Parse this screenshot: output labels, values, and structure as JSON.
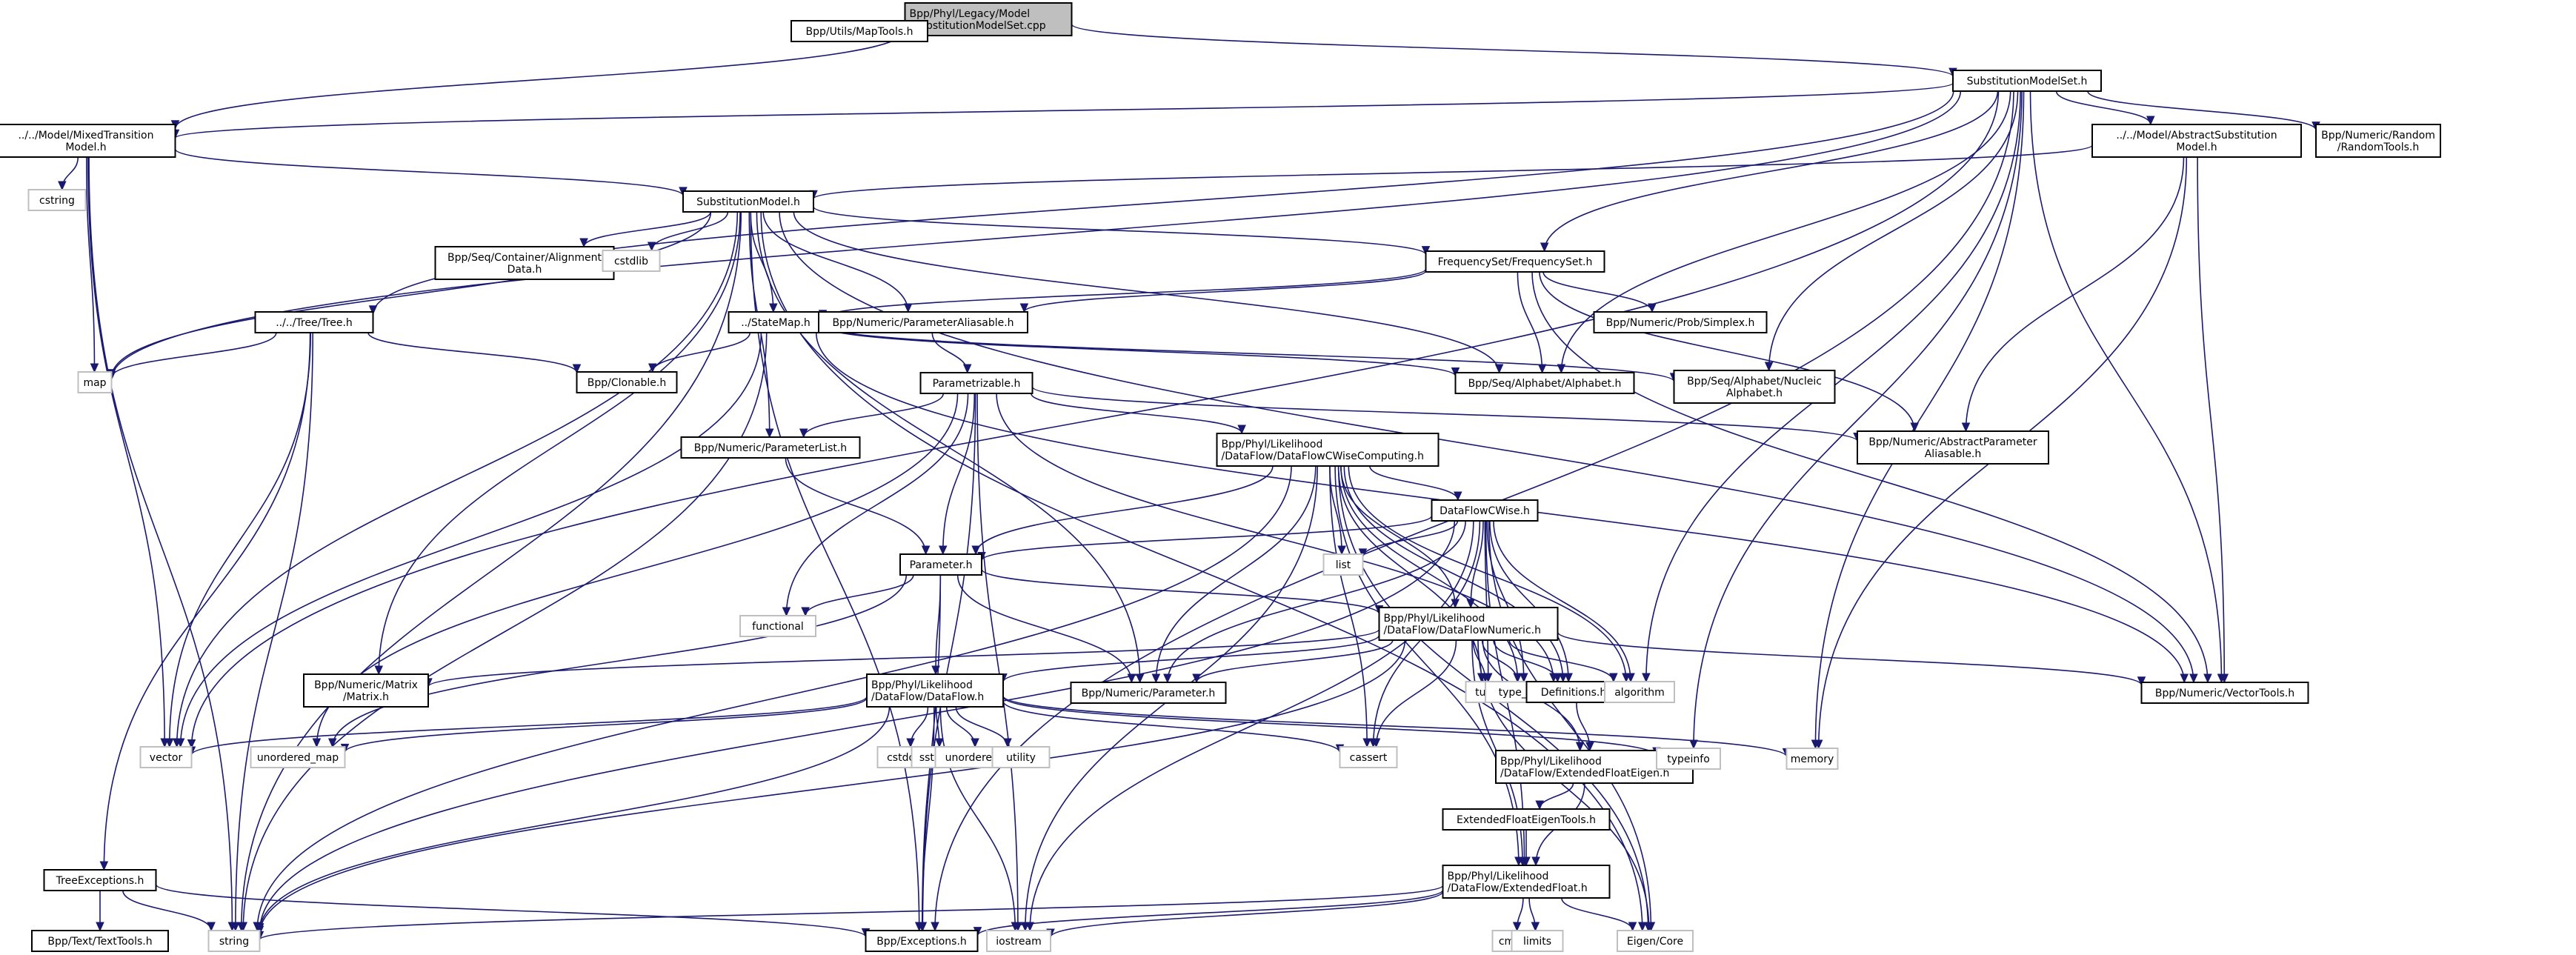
{
  "title": "Bpp/Phyl/Legacy/Model/SubstitutionModelSet.cpp include dependency graph",
  "colors": {
    "edge": "#191970",
    "root_fill": "#bfbfbf",
    "documented_border": "#000000",
    "undocumented_border": "#bfbfbf",
    "node_fill": "#ffffff"
  },
  "nodes": [
    {
      "id": "root",
      "label": "Bpp/Phyl/Legacy/Model\n/SubstitutionModelSet.cpp",
      "kind": "root"
    },
    {
      "id": "maptools",
      "label": "Bpp/Utils/MapTools.h",
      "kind": "doc"
    },
    {
      "id": "sms",
      "label": "SubstitutionModelSet.h",
      "kind": "doc"
    },
    {
      "id": "mixed",
      "label": "../../Model/MixedTransition\nModel.h",
      "kind": "doc"
    },
    {
      "id": "abstractsm",
      "label": "../../Model/AbstractSubstitution\nModel.h",
      "kind": "doc"
    },
    {
      "id": "randomtools",
      "label": "Bpp/Numeric/Random\n/RandomTools.h",
      "kind": "doc"
    },
    {
      "id": "cstring",
      "label": "cstring",
      "kind": "sys"
    },
    {
      "id": "submodel",
      "label": "SubstitutionModel.h",
      "kind": "doc"
    },
    {
      "id": "alignment",
      "label": "Bpp/Seq/Container/Alignment\nData.h",
      "kind": "doc"
    },
    {
      "id": "cstdlib",
      "label": "cstdlib",
      "kind": "sys"
    },
    {
      "id": "freqset",
      "label": "FrequencySet/FrequencySet.h",
      "kind": "doc"
    },
    {
      "id": "tree",
      "label": "../../Tree/Tree.h",
      "kind": "doc"
    },
    {
      "id": "statemap",
      "label": "../StateMap.h",
      "kind": "doc"
    },
    {
      "id": "paramalias",
      "label": "Bpp/Numeric/ParameterAliasable.h",
      "kind": "doc"
    },
    {
      "id": "simplex",
      "label": "Bpp/Numeric/Prob/Simplex.h",
      "kind": "doc"
    },
    {
      "id": "map",
      "label": "map",
      "kind": "sys"
    },
    {
      "id": "clonable",
      "label": "Bpp/Clonable.h",
      "kind": "doc"
    },
    {
      "id": "alphabet",
      "label": "Bpp/Seq/Alphabet/Alphabet.h",
      "kind": "doc"
    },
    {
      "id": "nucleic",
      "label": "Bpp/Seq/Alphabet/Nucleic\nAlphabet.h",
      "kind": "doc"
    },
    {
      "id": "parametrizable",
      "label": "Parametrizable.h",
      "kind": "doc"
    },
    {
      "id": "abstractparam",
      "label": "Bpp/Numeric/AbstractParameter\nAliasable.h",
      "kind": "doc"
    },
    {
      "id": "paramlist",
      "label": "Bpp/Numeric/ParameterList.h",
      "kind": "doc"
    },
    {
      "id": "dfcwc",
      "label": "Bpp/Phyl/Likelihood\n/DataFlow/DataFlowCWiseComputing.h",
      "kind": "doc"
    },
    {
      "id": "dfcwise",
      "label": "DataFlowCWise.h",
      "kind": "doc"
    },
    {
      "id": "list",
      "label": "list",
      "kind": "sys"
    },
    {
      "id": "parameter",
      "label": "Parameter.h",
      "kind": "doc"
    },
    {
      "id": "functional",
      "label": "functional",
      "kind": "sys"
    },
    {
      "id": "dfnumeric",
      "label": "Bpp/Phyl/Likelihood\n/DataFlow/DataFlowNumeric.h",
      "kind": "doc"
    },
    {
      "id": "matrix",
      "label": "Bpp/Numeric/Matrix\n/Matrix.h",
      "kind": "doc"
    },
    {
      "id": "dataflow",
      "label": "Bpp/Phyl/Likelihood\n/DataFlow/DataFlow.h",
      "kind": "doc"
    },
    {
      "id": "numparam",
      "label": "Bpp/Numeric/Parameter.h",
      "kind": "doc"
    },
    {
      "id": "tuple",
      "label": "tuple",
      "kind": "sys"
    },
    {
      "id": "typetraits",
      "label": "type_traits",
      "kind": "sys"
    },
    {
      "id": "definitions",
      "label": "Definitions.h",
      "kind": "doc"
    },
    {
      "id": "algorithm",
      "label": "algorithm",
      "kind": "sys"
    },
    {
      "id": "vectortools",
      "label": "Bpp/Numeric/VectorTools.h",
      "kind": "doc"
    },
    {
      "id": "vector",
      "label": "vector",
      "kind": "sys"
    },
    {
      "id": "unordered_map",
      "label": "unordered_map",
      "kind": "sys"
    },
    {
      "id": "cstddef",
      "label": "cstddef",
      "kind": "sys"
    },
    {
      "id": "sstream",
      "label": "sstream",
      "kind": "sys"
    },
    {
      "id": "unordered_set",
      "label": "unordered_set",
      "kind": "sys"
    },
    {
      "id": "utility",
      "label": "utility",
      "kind": "sys"
    },
    {
      "id": "cassert",
      "label": "cassert",
      "kind": "sys"
    },
    {
      "id": "efeigen",
      "label": "Bpp/Phyl/Likelihood\n/DataFlow/ExtendedFloatEigen.h",
      "kind": "doc"
    },
    {
      "id": "typeinfo",
      "label": "typeinfo",
      "kind": "sys"
    },
    {
      "id": "memory",
      "label": "memory",
      "kind": "sys"
    },
    {
      "id": "efeigentools",
      "label": "ExtendedFloatEigenTools.h",
      "kind": "doc"
    },
    {
      "id": "treeexc",
      "label": "TreeExceptions.h",
      "kind": "doc"
    },
    {
      "id": "extfloat",
      "label": "Bpp/Phyl/Likelihood\n/DataFlow/ExtendedFloat.h",
      "kind": "doc"
    },
    {
      "id": "texttools",
      "label": "Bpp/Text/TextTools.h",
      "kind": "doc"
    },
    {
      "id": "string",
      "label": "string",
      "kind": "sys"
    },
    {
      "id": "exceptions",
      "label": "Bpp/Exceptions.h",
      "kind": "doc"
    },
    {
      "id": "iostream",
      "label": "iostream",
      "kind": "sys"
    },
    {
      "id": "cmath",
      "label": "cmath",
      "kind": "sys"
    },
    {
      "id": "limits",
      "label": "limits",
      "kind": "sys"
    },
    {
      "id": "eigencore",
      "label": "Eigen/Core",
      "kind": "sys"
    }
  ],
  "edges": [
    [
      "root",
      "maptools"
    ],
    [
      "root",
      "sms"
    ],
    [
      "root",
      "mixed"
    ],
    [
      "sms",
      "mixed"
    ],
    [
      "sms",
      "abstractsm"
    ],
    [
      "sms",
      "randomtools"
    ],
    [
      "sms",
      "freqset"
    ],
    [
      "sms",
      "tree"
    ],
    [
      "sms",
      "map"
    ],
    [
      "sms",
      "vector"
    ],
    [
      "sms",
      "alphabet"
    ],
    [
      "sms",
      "nucleic"
    ],
    [
      "sms",
      "vectortools"
    ],
    [
      "sms",
      "algorithm"
    ],
    [
      "sms",
      "memory"
    ],
    [
      "sms",
      "typeinfo"
    ],
    [
      "sms",
      "exceptions"
    ],
    [
      "mixed",
      "cstring"
    ],
    [
      "mixed",
      "map"
    ],
    [
      "mixed",
      "submodel"
    ],
    [
      "mixed",
      "vector"
    ],
    [
      "mixed",
      "string"
    ],
    [
      "abstractsm",
      "submodel"
    ],
    [
      "abstractsm",
      "abstractparam"
    ],
    [
      "abstractsm",
      "vectortools"
    ],
    [
      "abstractsm",
      "memory"
    ],
    [
      "submodel",
      "alignment"
    ],
    [
      "submodel",
      "cstdlib"
    ],
    [
      "submodel",
      "freqset"
    ],
    [
      "submodel",
      "statemap"
    ],
    [
      "submodel",
      "paramalias"
    ],
    [
      "submodel",
      "map"
    ],
    [
      "submodel",
      "vector"
    ],
    [
      "submodel",
      "string"
    ],
    [
      "submodel",
      "matrix"
    ],
    [
      "submodel",
      "alphabet"
    ],
    [
      "submodel",
      "numparam"
    ],
    [
      "submodel",
      "paramlist"
    ],
    [
      "submodel",
      "exceptions"
    ],
    [
      "submodel",
      "vectortools"
    ],
    [
      "submodel",
      "eigencore"
    ],
    [
      "freqset",
      "statemap"
    ],
    [
      "freqset",
      "paramalias"
    ],
    [
      "freqset",
      "simplex"
    ],
    [
      "freqset",
      "alphabet"
    ],
    [
      "freqset",
      "abstractparam"
    ],
    [
      "freqset",
      "vectortools"
    ],
    [
      "tree",
      "map"
    ],
    [
      "tree",
      "clonable"
    ],
    [
      "tree",
      "vector"
    ],
    [
      "tree",
      "string"
    ],
    [
      "tree",
      "treeexc"
    ],
    [
      "statemap",
      "clonable"
    ],
    [
      "statemap",
      "alphabet"
    ],
    [
      "statemap",
      "nucleic"
    ],
    [
      "statemap",
      "vector"
    ],
    [
      "statemap",
      "string"
    ],
    [
      "statemap",
      "vectortools"
    ],
    [
      "paramalias",
      "parametrizable"
    ],
    [
      "parametrizable",
      "paramlist"
    ],
    [
      "parametrizable",
      "dfcwc"
    ],
    [
      "parametrizable",
      "abstractparam"
    ],
    [
      "parametrizable",
      "parameter"
    ],
    [
      "parametrizable",
      "functional"
    ],
    [
      "parametrizable",
      "unordered_map"
    ],
    [
      "parametrizable",
      "exceptions"
    ],
    [
      "parametrizable",
      "iostream"
    ],
    [
      "parametrizable",
      "definitions"
    ],
    [
      "paramlist",
      "parameter"
    ],
    [
      "dfcwc",
      "dfcwise"
    ],
    [
      "dfcwc",
      "parameter"
    ],
    [
      "dfcwc",
      "list"
    ],
    [
      "dfcwc",
      "dfnumeric"
    ],
    [
      "dfcwc",
      "numparam"
    ],
    [
      "dfcwc",
      "tuple"
    ],
    [
      "dfcwc",
      "typetraits"
    ],
    [
      "dfcwc",
      "definitions"
    ],
    [
      "dfcwc",
      "cassert"
    ],
    [
      "dfcwc",
      "iostream"
    ],
    [
      "dfcwc",
      "string"
    ],
    [
      "dfcwc",
      "eigencore"
    ],
    [
      "dfcwc",
      "extfloat"
    ],
    [
      "dfcwc",
      "algorithm"
    ],
    [
      "dfcwise",
      "list"
    ],
    [
      "dfcwise",
      "parameter"
    ],
    [
      "dfcwise",
      "dfnumeric"
    ],
    [
      "dfcwise",
      "tuple"
    ],
    [
      "dfcwise",
      "typetraits"
    ],
    [
      "dfcwise",
      "definitions"
    ],
    [
      "dfcwise",
      "algorithm"
    ],
    [
      "dfcwise",
      "cassert"
    ],
    [
      "dfcwise",
      "numparam"
    ],
    [
      "dfcwise",
      "iostream"
    ],
    [
      "dfcwise",
      "string"
    ],
    [
      "dfcwise",
      "eigencore"
    ],
    [
      "dfcwise",
      "extfloat"
    ],
    [
      "parameter",
      "functional"
    ],
    [
      "parameter",
      "dfnumeric"
    ],
    [
      "parameter",
      "dataflow"
    ],
    [
      "parameter",
      "numparam"
    ],
    [
      "parameter",
      "unordered_map"
    ],
    [
      "parameter",
      "exceptions"
    ],
    [
      "dfnumeric",
      "matrix"
    ],
    [
      "dfnumeric",
      "dataflow"
    ],
    [
      "dfnumeric",
      "numparam"
    ],
    [
      "dfnumeric",
      "tuple"
    ],
    [
      "dfnumeric",
      "typetraits"
    ],
    [
      "dfnumeric",
      "definitions"
    ],
    [
      "dfnumeric",
      "algorithm"
    ],
    [
      "dfnumeric",
      "vectortools"
    ],
    [
      "dfnumeric",
      "cassert"
    ],
    [
      "dfnumeric",
      "efeigen"
    ],
    [
      "dfnumeric",
      "extfloat"
    ],
    [
      "dfnumeric",
      "eigencore"
    ],
    [
      "dfnumeric",
      "string"
    ],
    [
      "dataflow",
      "vector"
    ],
    [
      "dataflow",
      "unordered_map"
    ],
    [
      "dataflow",
      "cstddef"
    ],
    [
      "dataflow",
      "sstream"
    ],
    [
      "dataflow",
      "unordered_set"
    ],
    [
      "dataflow",
      "utility"
    ],
    [
      "dataflow",
      "cassert"
    ],
    [
      "dataflow",
      "typeinfo"
    ],
    [
      "dataflow",
      "memory"
    ],
    [
      "dataflow",
      "string"
    ],
    [
      "dataflow",
      "exceptions"
    ],
    [
      "dataflow",
      "iostream"
    ],
    [
      "definitions",
      "efeigen"
    ],
    [
      "efeigen",
      "efeigentools"
    ],
    [
      "efeigen",
      "extfloat"
    ],
    [
      "efeigentools",
      "extfloat"
    ],
    [
      "treeexc",
      "texttools"
    ],
    [
      "treeexc",
      "string"
    ],
    [
      "treeexc",
      "exceptions"
    ],
    [
      "extfloat",
      "string"
    ],
    [
      "extfloat",
      "exceptions"
    ],
    [
      "extfloat",
      "iostream"
    ],
    [
      "extfloat",
      "cmath"
    ],
    [
      "extfloat",
      "limits"
    ],
    [
      "extfloat",
      "eigencore"
    ]
  ]
}
